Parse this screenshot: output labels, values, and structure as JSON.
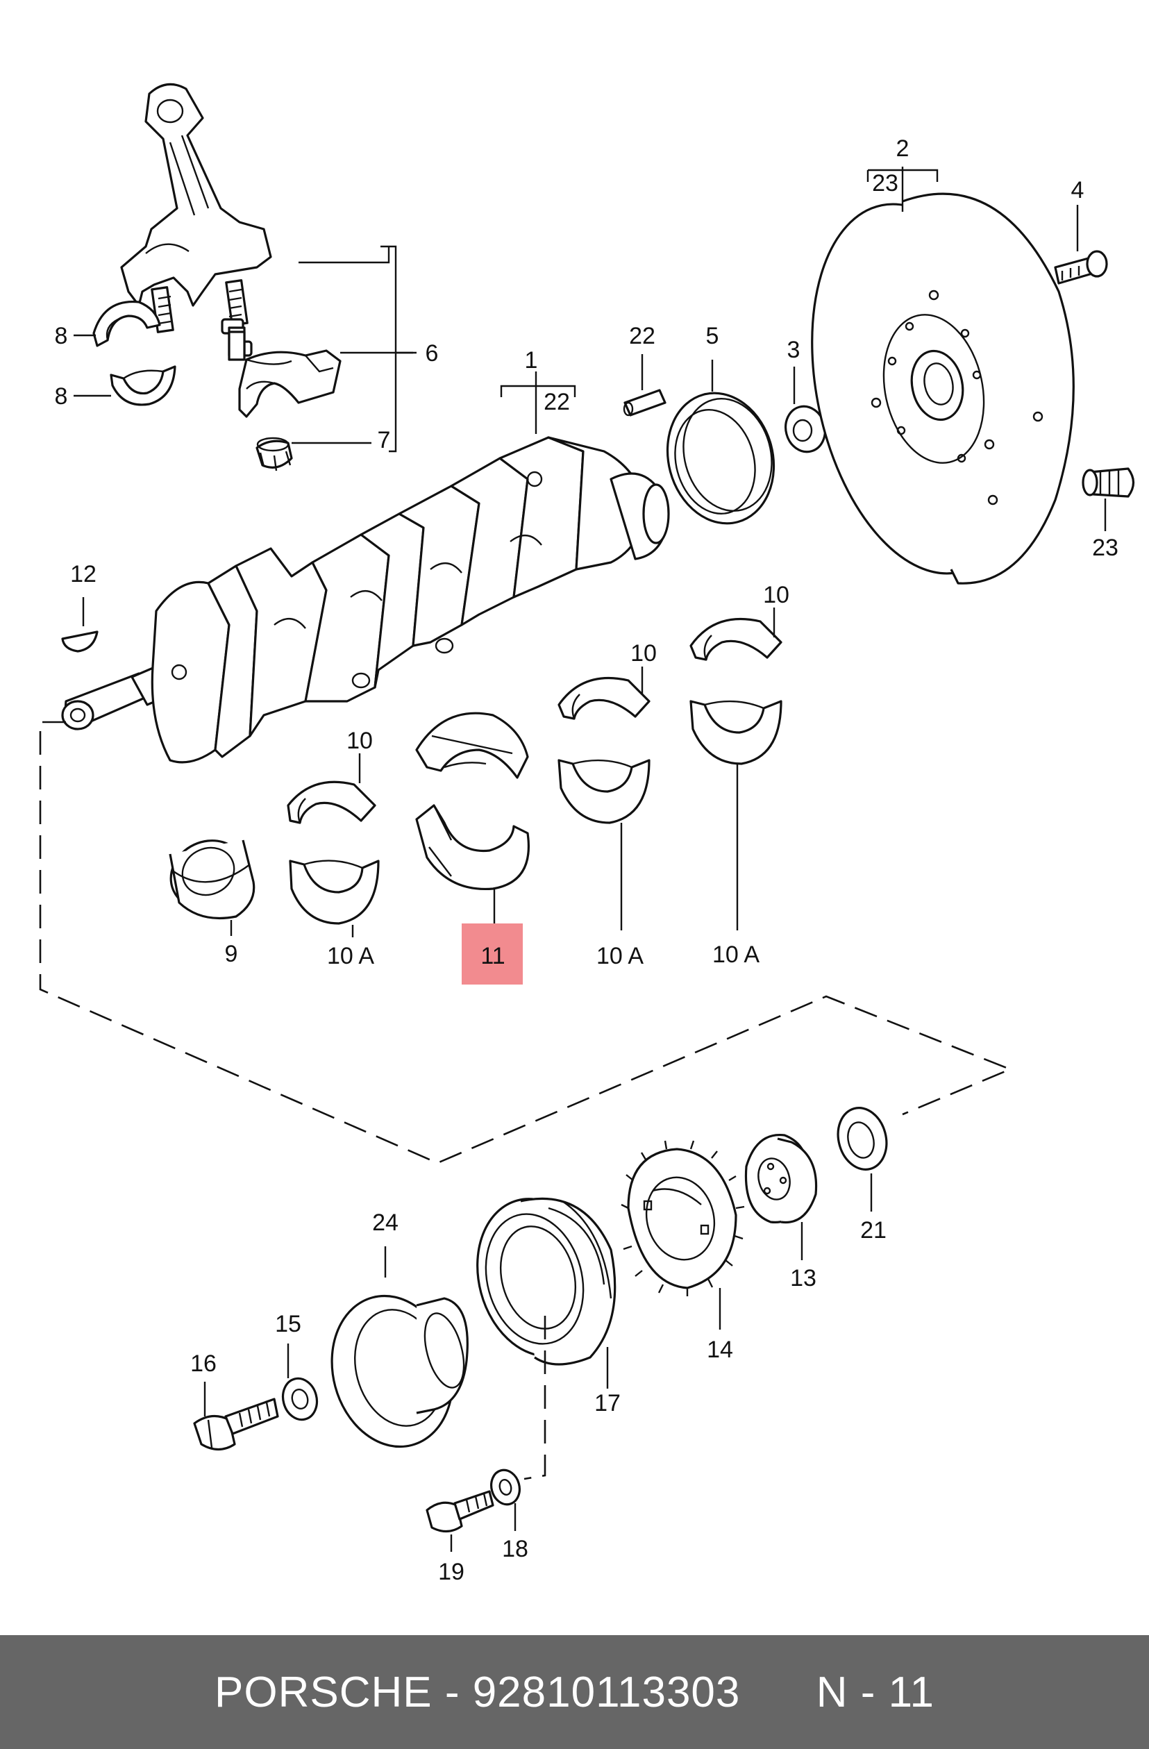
{
  "footer": {
    "brand": "PORSCHE",
    "separator": " - ",
    "part_number": "92810113303",
    "page_code": "N - 11"
  },
  "diagram": {
    "highlight_color": "#f28b8f",
    "highlighted_callout": "11",
    "callouts": {
      "c1": "1",
      "c2": "2",
      "c3": "3",
      "c4": "4",
      "c5": "5",
      "c6": "6",
      "c7": "7",
      "c8a": "8",
      "c8b": "8",
      "c9": "9",
      "c10a": "10",
      "c10b": "10",
      "c10c": "10",
      "c10A_a": "10 A",
      "c10A_b": "10 A",
      "c10A_c": "10 A",
      "c11": "11",
      "c12": "12",
      "c13": "13",
      "c14": "14",
      "c15": "15",
      "c16": "16",
      "c17": "17",
      "c18": "18",
      "c19": "19",
      "c21": "21",
      "c22a": "22",
      "c22b": "22",
      "c23a": "23",
      "c23b": "23",
      "c24": "24"
    }
  }
}
